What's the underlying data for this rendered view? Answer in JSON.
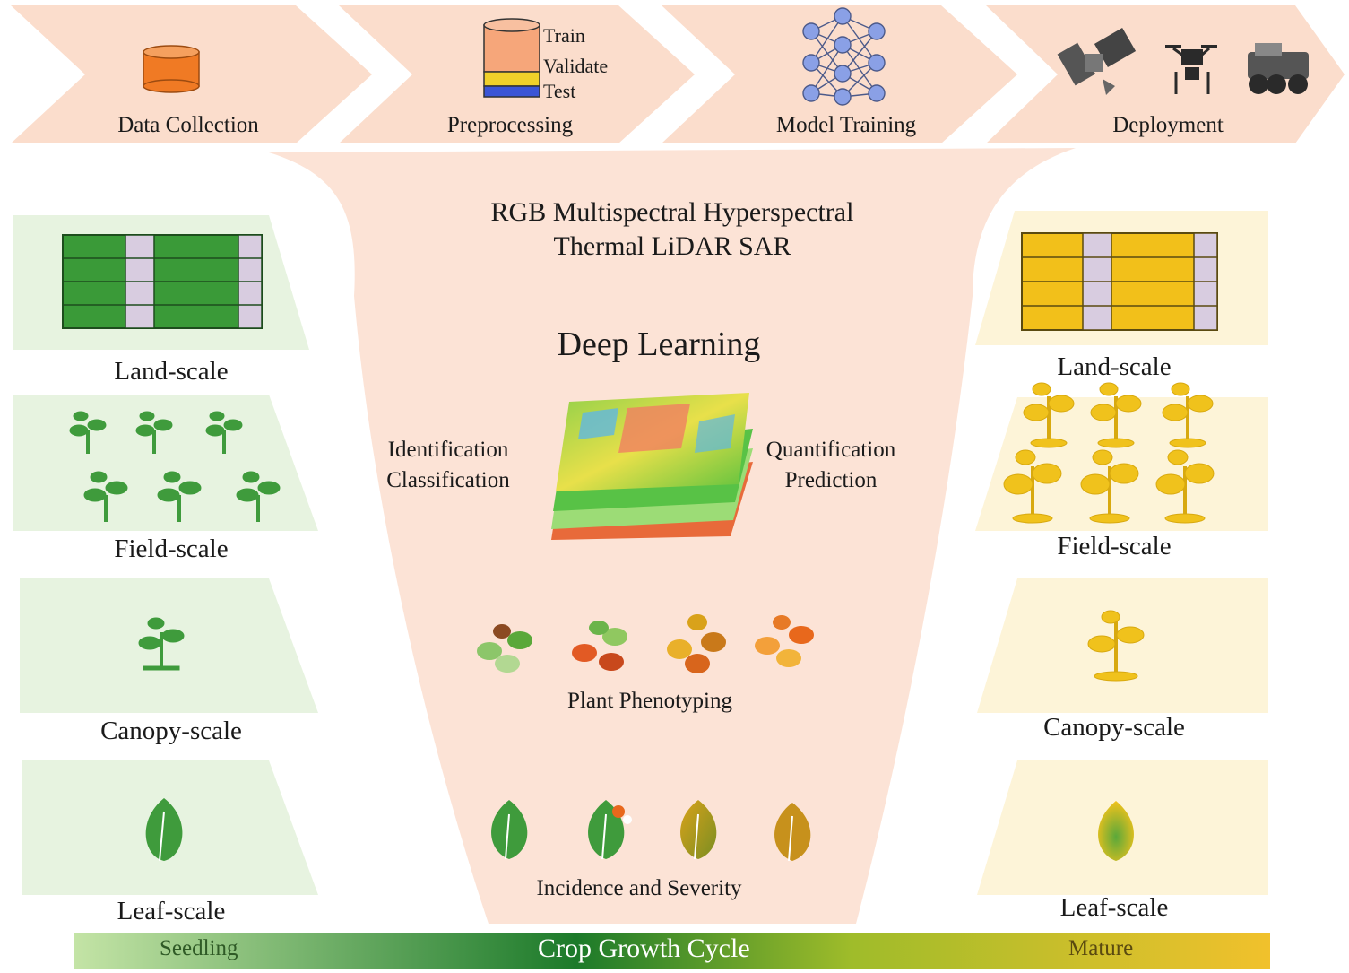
{
  "pipeline": {
    "steps": [
      "Data Collection",
      "Preprocessing",
      "Model Training",
      "Deployment"
    ],
    "split": [
      "Train",
      "Validate",
      "Test"
    ]
  },
  "sensors": {
    "line1": "RGB Multispectral Hyperspectral",
    "line2": "Thermal LiDAR SAR"
  },
  "center": {
    "title": "Deep Learning",
    "left_tasks": [
      "Identification",
      "Classification"
    ],
    "right_tasks": [
      "Quantification",
      "Prediction"
    ],
    "phenotyping": "Plant Phenotyping",
    "incidence": "Incidence and Severity"
  },
  "scales": {
    "left": [
      "Land-scale",
      "Field-scale",
      "Canopy-scale",
      "Leaf-scale"
    ],
    "right": [
      "Land-scale",
      "Field-scale",
      "Canopy-scale",
      "Leaf-scale"
    ]
  },
  "growth_bar": {
    "start": "Seedling",
    "title": "Crop Growth Cycle",
    "end": "Mature"
  },
  "colors": {
    "peach": "#fbe0d2",
    "green": "#3f9b3c",
    "yellow": "#f0c21c",
    "orange": "#f07a24"
  }
}
